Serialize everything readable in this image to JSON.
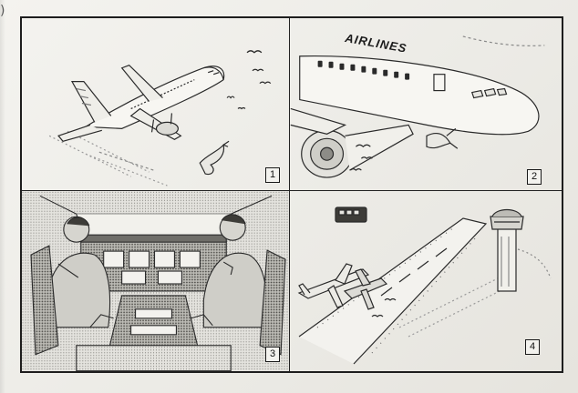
{
  "panels": [
    {
      "number": "1",
      "scene": "airplane-bird-strike"
    },
    {
      "number": "2",
      "scene": "engine-bird-ingestion",
      "fuselage_text": "AIRLINES"
    },
    {
      "number": "3",
      "scene": "cockpit-pilots"
    },
    {
      "number": "4",
      "scene": "airport-runway-tower"
    }
  ],
  "corner_mark": ")"
}
